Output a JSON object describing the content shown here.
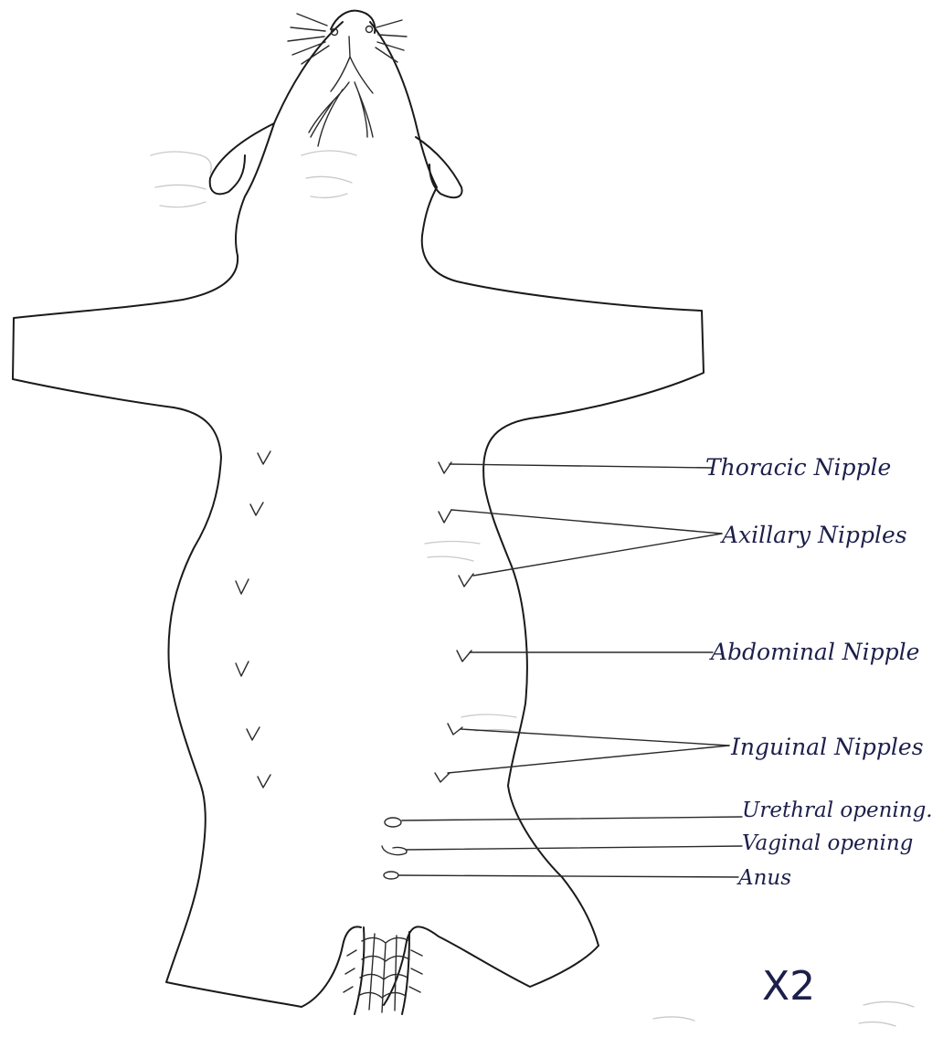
{
  "diagram": {
    "labels": {
      "thoracic": "Thoracic Nipple",
      "axillary": "Axillary Nipples",
      "abdominal": "Abdominal Nipple",
      "inguinal": "Inguinal Nipples",
      "urethral": "Urethral opening.",
      "vaginal": "Vaginal opening",
      "anus": "Anus"
    },
    "magnification": "X2"
  }
}
